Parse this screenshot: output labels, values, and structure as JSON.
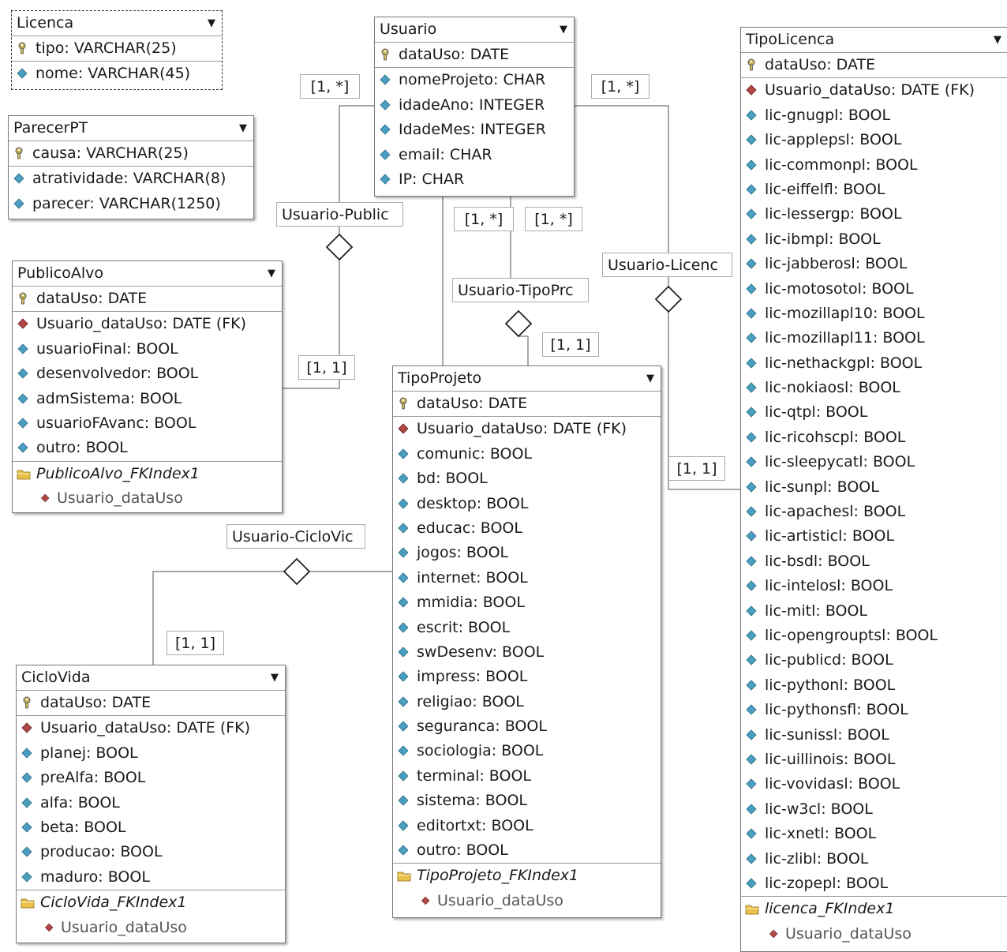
{
  "entities": {
    "licenca": {
      "title": "Licenca",
      "pk": [
        "tipo: VARCHAR(25)"
      ],
      "attrs": [
        "nome: VARCHAR(45)"
      ]
    },
    "parecerpt": {
      "title": "ParecerPT",
      "pk": [
        "causa: VARCHAR(25)"
      ],
      "attrs": [
        "atratividade: VARCHAR(8)",
        "parecer: VARCHAR(1250)"
      ]
    },
    "usuario": {
      "title": "Usuario",
      "pk": [
        "dataUso: DATE"
      ],
      "attrs": [
        "nomeProjeto: CHAR",
        "idadeAno: INTEGER",
        "IdadeMes: INTEGER",
        "email: CHAR",
        "IP: CHAR"
      ]
    },
    "publicoalvo": {
      "title": "PublicoAlvo",
      "pk": [
        "dataUso: DATE"
      ],
      "fk": [
        "Usuario_dataUso: DATE (FK)"
      ],
      "attrs": [
        "usuarioFinal: BOOL",
        "desenvolvedor: BOOL",
        "admSistema: BOOL",
        "usuarioFAvanc: BOOL",
        "outro: BOOL"
      ],
      "index_name": "PublicoAlvo_FKIndex1",
      "index_cols": [
        "Usuario_dataUso"
      ]
    },
    "tipoprojeto": {
      "title": "TipoProjeto",
      "pk": [
        "dataUso: DATE"
      ],
      "fk": [
        "Usuario_dataUso: DATE (FK)"
      ],
      "attrs": [
        "comunic: BOOL",
        "bd: BOOL",
        "desktop: BOOL",
        "educac: BOOL",
        "jogos: BOOL",
        "internet: BOOL",
        "mmidia: BOOL",
        "escrit: BOOL",
        "swDesenv: BOOL",
        "impress: BOOL",
        "religiao: BOOL",
        "seguranca: BOOL",
        "sociologia: BOOL",
        "terminal: BOOL",
        "sistema: BOOL",
        "editortxt: BOOL",
        "outro: BOOL"
      ],
      "index_name": "TipoProjeto_FKIndex1",
      "index_cols": [
        "Usuario_dataUso"
      ]
    },
    "ciclovida": {
      "title": "CicloVida",
      "pk": [
        "dataUso: DATE"
      ],
      "fk": [
        "Usuario_dataUso: DATE (FK)"
      ],
      "attrs": [
        "planej: BOOL",
        "preAlfa: BOOL",
        "alfa: BOOL",
        "beta: BOOL",
        "producao: BOOL",
        "maduro: BOOL"
      ],
      "index_name": "CicloVida_FKIndex1",
      "index_cols": [
        "Usuario_dataUso"
      ]
    },
    "tipolicenca": {
      "title": "TipoLicenca",
      "pk": [
        "dataUso: DATE"
      ],
      "fk": [
        "Usuario_dataUso: DATE (FK)"
      ],
      "attrs": [
        "lic-gnugpl: BOOL",
        "lic-applepsl: BOOL",
        "lic-commonpl: BOOL",
        "lic-eiffelfl: BOOL",
        "lic-lessergp: BOOL",
        "lic-ibmpl: BOOL",
        "lic-jabberosl: BOOL",
        "lic-motosotol: BOOL",
        "lic-mozillapl10: BOOL",
        "lic-mozillapl11: BOOL",
        "lic-nethackgpl: BOOL",
        "lic-nokiaosl: BOOL",
        "lic-qtpl: BOOL",
        "lic-ricohscpl: BOOL",
        "lic-sleepycatl: BOOL",
        "lic-sunpl: BOOL",
        "lic-apachesl: BOOL",
        "lic-artisticl: BOOL",
        "lic-bsdl: BOOL",
        "lic-intelosl: BOOL",
        "lic-mitl: BOOL",
        "lic-opengrouptsl: BOOL",
        "lic-publicd: BOOL",
        "lic-pythonl: BOOL",
        "lic-pythonsfl: BOOL",
        "lic-sunissl: BOOL",
        "lic-uillinois: BOOL",
        "lic-vovidasl: BOOL",
        "lic-w3cl: BOOL",
        "lic-xnetl: BOOL",
        "lic-zlibl: BOOL",
        "lic-zopepl: BOOL"
      ],
      "index_name": "licenca_FKIndex1",
      "index_cols": [
        "Usuario_dataUso"
      ]
    }
  },
  "relationships": {
    "publico": "Usuario-Public",
    "tipoprojeto": "Usuario-TipoPrc",
    "licenca": "Usuario-Licenc",
    "ciclovida": "Usuario-CicloVic"
  },
  "multiplicities": {
    "publico_top": "[1, *]",
    "licenca_top": "[1, *]",
    "tipoprojeto_left": "[1, *]",
    "tipoprojeto_right": "[1, *]",
    "publico_bottom": "[1, 1]",
    "tipoprojeto_bottom": "[1, 1]",
    "licenca_bottom": "[1, 1]",
    "ciclovida_bottom": "[1, 1]"
  },
  "colors": {
    "border": "#7a7a7a",
    "line": "#8a8a8a",
    "attr_icon": "#4a9fc0",
    "fk_icon": "#b04848",
    "key_icon": "#c9b458",
    "folder_icon": "#e8c04a"
  }
}
